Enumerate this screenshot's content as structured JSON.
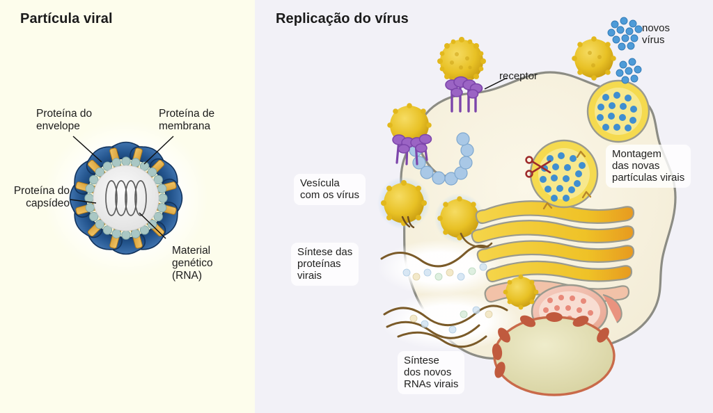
{
  "figure": {
    "background_left": "#fdfdec",
    "background_right": "#f2f1f7"
  },
  "panels": [
    {
      "id": "particula-viral",
      "title": "Partícula viral",
      "labels": [
        {
          "id": "proteina-envelope",
          "text": "Proteína do\nenvelope"
        },
        {
          "id": "proteina-membrana",
          "text": "Proteína de\nmembrana"
        },
        {
          "id": "proteina-capsideo",
          "text": "Proteína do\ncapsídeo"
        },
        {
          "id": "material-genetico",
          "text": "Material\ngenético\n(RNA)"
        }
      ],
      "colors": {
        "envelope_protein": "#2b5c96",
        "membrane_protein": "#e0a43a",
        "lipid_bilayer": "#faf3cf",
        "capsid": "#a8c6c4",
        "core": "#efefef",
        "rna": "#5a5a5a"
      }
    },
    {
      "id": "replicacao-do-virus",
      "title": "Replicação do vírus",
      "labels": [
        {
          "id": "receptor",
          "text": "receptor",
          "style": "plain"
        },
        {
          "id": "novos-virus",
          "text": "novos\nvírus",
          "style": "plain"
        },
        {
          "id": "vesicula",
          "text": "Vesícula\ncom os vírus",
          "style": "callout"
        },
        {
          "id": "sintese-proteinas",
          "text": "Síntese das\nproteínas\nvirais",
          "style": "callout"
        },
        {
          "id": "sintese-rnas",
          "text": "Síntese\ndos novos\nRNAs virais",
          "style": "callout"
        },
        {
          "id": "montagem",
          "text": "Montagem\ndas novas\npartículas virais",
          "style": "callout"
        }
      ],
      "colors": {
        "cytoplasm": "#f6f0dd",
        "membrane": "#8c8c84",
        "virus": "#e8c125",
        "receptor": "#9b64c4",
        "clathrin": "#a9c8e6",
        "golgi": "#f2cc30",
        "er": "#efb8a8",
        "nucleus": "#d9d4a8",
        "nucleus_ring": "#c96a4a",
        "new_virus_dots": "#3f8ed0",
        "rna_strand": "#7a5a28",
        "scissors": "#9e2b2b"
      }
    }
  ]
}
